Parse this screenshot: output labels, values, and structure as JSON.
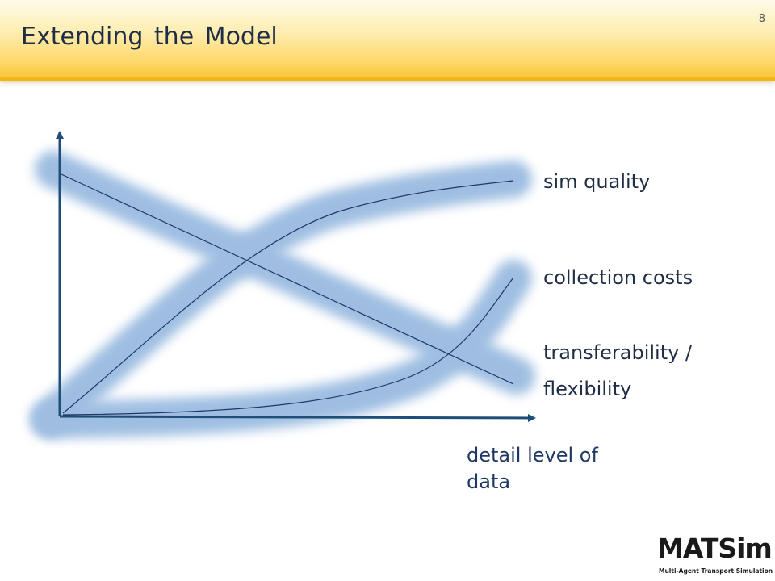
{
  "slide": {
    "title": "Extending the Model",
    "page_number": "8"
  },
  "diagram": {
    "curves": [
      {
        "id": "sim-quality",
        "label": "sim quality",
        "trend": "rising, concave"
      },
      {
        "id": "collection-costs",
        "label": "collection costs",
        "trend": "rising, convex"
      },
      {
        "id": "transferability",
        "label_lines": [
          "transferability /",
          "flexibility"
        ],
        "trend": "falling, linear"
      }
    ],
    "x_axis_label_lines": [
      "detail level of",
      "data"
    ],
    "colors": {
      "curve_line": "#1f3864",
      "glow": "#7ea8d8",
      "axis": "#1f4e79",
      "header_accent": "#f3b619"
    }
  },
  "logo": {
    "name": "MATSim",
    "tagline": "Multi-Agent Transport Simulation"
  }
}
